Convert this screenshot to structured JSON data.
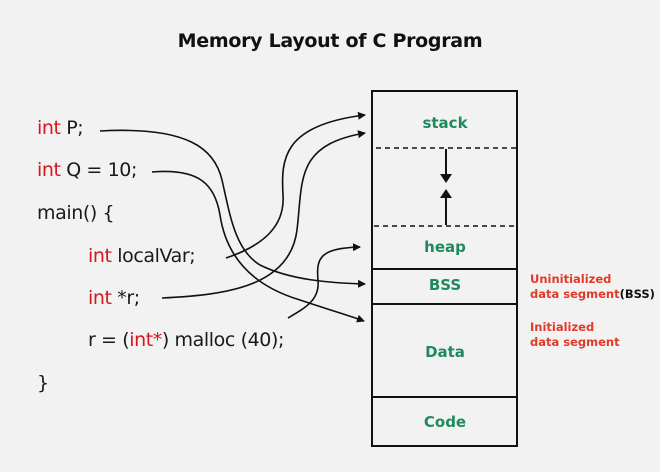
{
  "title": "Memory Layout of C Program",
  "code": {
    "line1": {
      "kw": "int",
      "rest": " P;"
    },
    "line2": {
      "kw": "int",
      "rest": " Q = 10;"
    },
    "line3": {
      "text": "main() {"
    },
    "line4": {
      "kw": "int",
      "rest": " localVar;"
    },
    "line5": {
      "kw": "int",
      "rest": " *r;"
    },
    "line6": {
      "pre": "r = (",
      "kw": "int*",
      "rest": ") malloc (40);"
    },
    "line7": {
      "text": "}"
    }
  },
  "segments": {
    "stack": "stack",
    "heap": "heap",
    "bss": "BSS",
    "data": "Data",
    "code": "Code"
  },
  "notes": {
    "bss_line1": "Uninitialized",
    "bss_line2": "data segment",
    "bss_suffix": "(BSS)",
    "data_line1": "Initialized",
    "data_line2": "data segment"
  },
  "colors": {
    "keyword": "#d6161c",
    "segment_label": "#1e8a5e",
    "note": "#e23a28"
  }
}
